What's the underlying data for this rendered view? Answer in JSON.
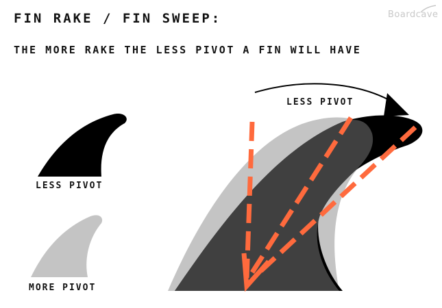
{
  "title": "FIN RAKE / FIN SWEEP:",
  "subtitle": "THE MORE RAKE THE LESS PIVOT A FIN WILL HAVE",
  "logo": "Boardcave",
  "labels": {
    "less_pivot_small": "LESS PIVOT",
    "more_pivot_small": "MORE PIVOT",
    "less_pivot_large": "LESS PIVOT"
  },
  "colors": {
    "black_fin": "#000000",
    "dark_fin": "#404040",
    "light_fin": "#c4c4c4",
    "arrows": "#ff6a3d"
  }
}
